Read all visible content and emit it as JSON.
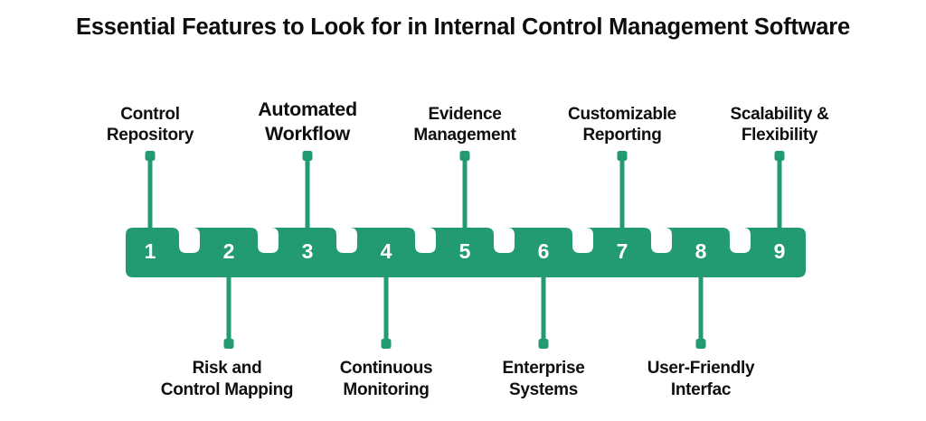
{
  "title": "Essential Features to Look for in Internal Control Management Software",
  "colors": {
    "accent_green": "#239b70",
    "text": "#0f0f0f",
    "background": "#ffffff",
    "number_text": "#ffffff"
  },
  "chart_data": {
    "type": "diagram",
    "title": "Essential Features to Look for in Internal Control Management Software",
    "subtype": "interlocking-numbered-bar",
    "segment_count": 9,
    "segments": [
      {
        "number": "1",
        "label": "Control\nRepository",
        "position": "top"
      },
      {
        "number": "2",
        "label": "Risk and\nControl Mapping",
        "position": "bottom"
      },
      {
        "number": "3",
        "label": "Automated\nWorkflow",
        "position": "top"
      },
      {
        "number": "4",
        "label": "Continuous\nMonitoring",
        "position": "bottom"
      },
      {
        "number": "5",
        "label": "Evidence\nManagement",
        "position": "top"
      },
      {
        "number": "6",
        "label": "Enterprise\nSystems",
        "position": "bottom"
      },
      {
        "number": "7",
        "label": "Customizable\nReporting",
        "position": "top"
      },
      {
        "number": "8",
        "label": "User-Friendly\nInterfac",
        "position": "bottom"
      },
      {
        "number": "9",
        "label": "Scalability &\nFlexibility",
        "position": "top"
      }
    ]
  },
  "numbers": {
    "n1": "1",
    "n2": "2",
    "n3": "3",
    "n4": "4",
    "n5": "5",
    "n6": "6",
    "n7": "7",
    "n8": "8",
    "n9": "9"
  },
  "labels": {
    "top": {
      "seg1": "Control\nRepository",
      "seg3": "Automated\nWorkflow",
      "seg5": "Evidence\nManagement",
      "seg7": "Customizable\nReporting",
      "seg9": "Scalability &\nFlexibility"
    },
    "bottom": {
      "seg2": "Risk and\nControl Mapping",
      "seg4": "Continuous\nMonitoring",
      "seg6": "Enterprise\nSystems",
      "seg8": "User-Friendly\nInterfac"
    }
  }
}
